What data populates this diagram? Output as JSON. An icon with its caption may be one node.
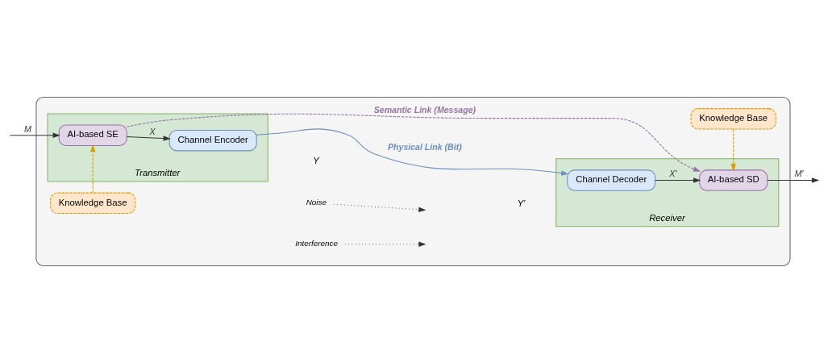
{
  "diagram": {
    "nodes": [
      {
        "text": [],
        "shape": "box"
      },
      {
        "text": [
          "Transmitter"
        ],
        "in": 0
      },
      {
        "text": [
          "Knowledge Base"
        ],
        "in": 0
      },
      {
        "text": [
          "AI-based SE"
        ],
        "in": 1
      },
      {
        "text": [
          "Channel Encoder"
        ],
        "in": 1
      },
      {
        "text": [
          "Receiver"
        ],
        "in": 0
      },
      {
        "text": [
          "Knowledge Base"
        ],
        "in": 0
      },
      {
        "text": [
          "AI-based SD"
        ],
        "in": 5
      },
      {
        "text": [
          "Channel Decoder"
        ],
        "in": 5
      },
      {
        "text": [
          "Noise"
        ],
        "in": 0
      },
      {
        "text": [
          "Interference"
        ],
        "in": 0
      }
    ],
    "edges": [
      {
        "from": null,
        "to": 3,
        "arrow": "to",
        "label": "M"
      },
      {
        "from": 2,
        "to": 3,
        "arrow": "to",
        "style": "dashed",
        "color": "#d79b00"
      },
      {
        "from": 3,
        "to": 7,
        "arrow": "to",
        "style": "dashed",
        "color": "#9673a6",
        "label": "Semantic Link (Message)"
      },
      {
        "from": 3,
        "to": 4,
        "arrow": "to",
        "label": "X"
      },
      {
        "from": 4,
        "to": 8,
        "arrow": "to",
        "color": "#6c8ebf",
        "label": "Physical Link (Bit)"
      },
      {
        "from": 8,
        "to": 7,
        "arrow": "to",
        "label": "X′"
      },
      {
        "from": 6,
        "to": 7,
        "arrow": "to",
        "style": "dashed",
        "color": "#d79b00"
      },
      {
        "from": 7,
        "to": null,
        "arrow": "to",
        "label": "M′"
      },
      {
        "from": 9,
        "to": null,
        "arrow": "to",
        "style": "dashed"
      },
      {
        "from": 10,
        "to": null,
        "arrow": "to",
        "style": "dashed"
      }
    ],
    "labels": [
      "Y",
      "Y′"
    ]
  }
}
